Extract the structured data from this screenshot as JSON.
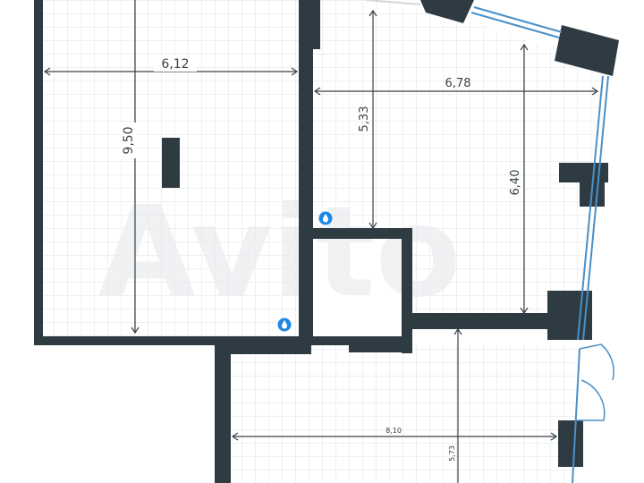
{
  "plan": {
    "watermark": "Avito",
    "colors": {
      "wall": "#2f3b42",
      "grid": "#dde1e4",
      "dim_line": "#3a4247",
      "water": "#1e88e5",
      "window": "#4a90c8"
    },
    "dimensions": {
      "room1_width": "6,12",
      "room1_length": "9,50",
      "room2_width": "6,78",
      "room2_depth": "5,33",
      "room2_length": "6,40",
      "room3_width": "8,10",
      "room3_depth": "5,73"
    },
    "icons": [
      "water-drop-icon",
      "water-drop-icon"
    ]
  }
}
